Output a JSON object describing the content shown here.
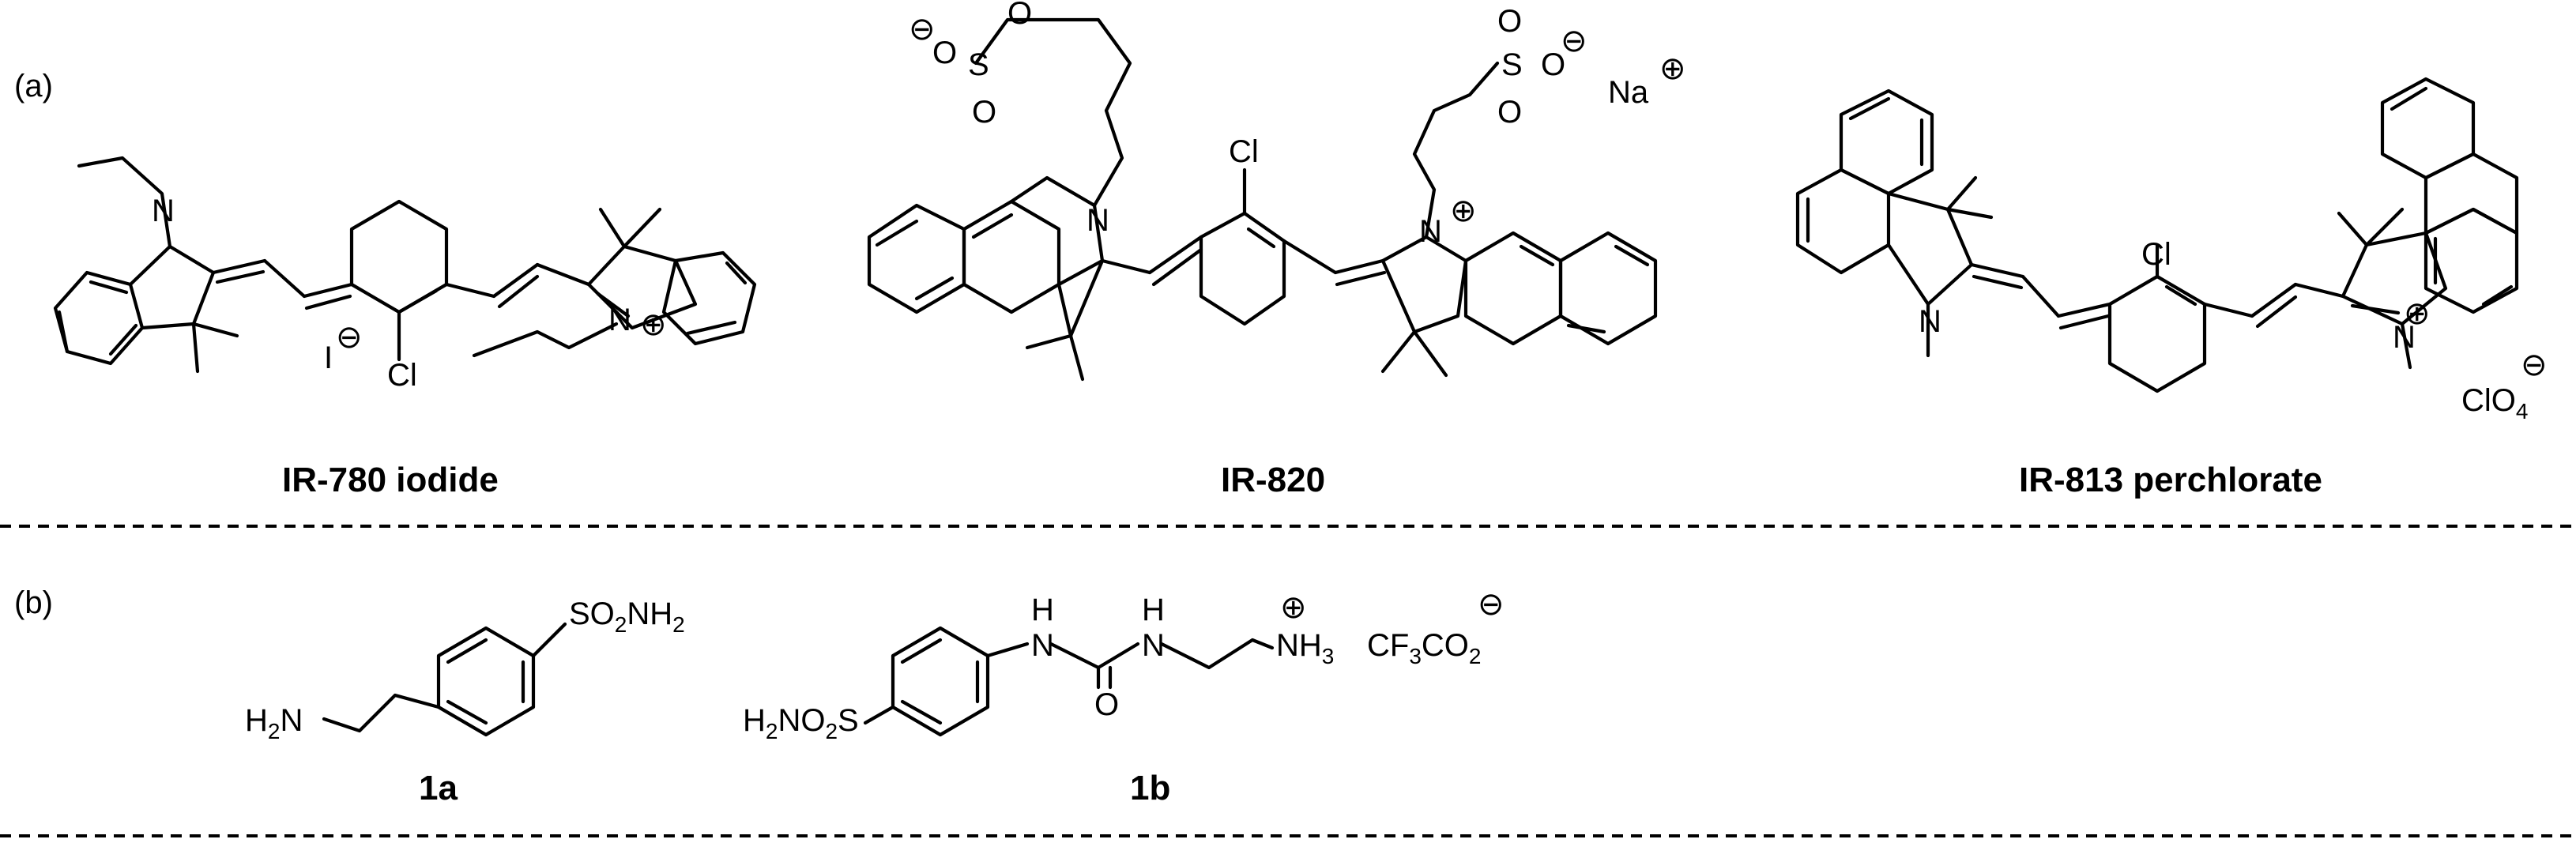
{
  "panels": {
    "a": "(a)",
    "b": "(b)"
  },
  "compounds": {
    "ir780": {
      "name": "IR-780 iodide",
      "counterion": "I",
      "charge": "⊖",
      "plus": "⊕"
    },
    "ir820": {
      "name": "IR-820",
      "counterion": "Na",
      "charge": "⊕",
      "minus": "⊖",
      "plus": "⊕"
    },
    "ir813": {
      "name": "IR-813 perchlorate",
      "counterion": "ClO",
      "counterion_sub": "4",
      "charge": "⊖",
      "plus": "⊕"
    },
    "c1a": {
      "name": "1a",
      "amine": "H",
      "amine_sub": "2",
      "amine_n": "N",
      "sulfonamide": "SO",
      "sulfonamide_sub": "2",
      "sulfonamide_n": "NH",
      "sulfonamide_sub2": "2"
    },
    "c1b": {
      "name": "1b",
      "sulfonamide": "H",
      "sulfonamide_sub": "2",
      "sulfonamide_mid": "NO",
      "sulfonamide_sub2": "2",
      "sulfonamide_end": "S",
      "ammonium": "NH",
      "ammonium_sub": "3",
      "tfa_a": "CF",
      "tfa_sub1": "3",
      "tfa_b": "CO",
      "tfa_sub2": "2",
      "plus": "⊕",
      "minus": "⊖",
      "nh": "H",
      "o": "O"
    }
  },
  "atoms": {
    "cl": "Cl",
    "n": "N",
    "s": "S",
    "o": "O",
    "i": "I"
  }
}
